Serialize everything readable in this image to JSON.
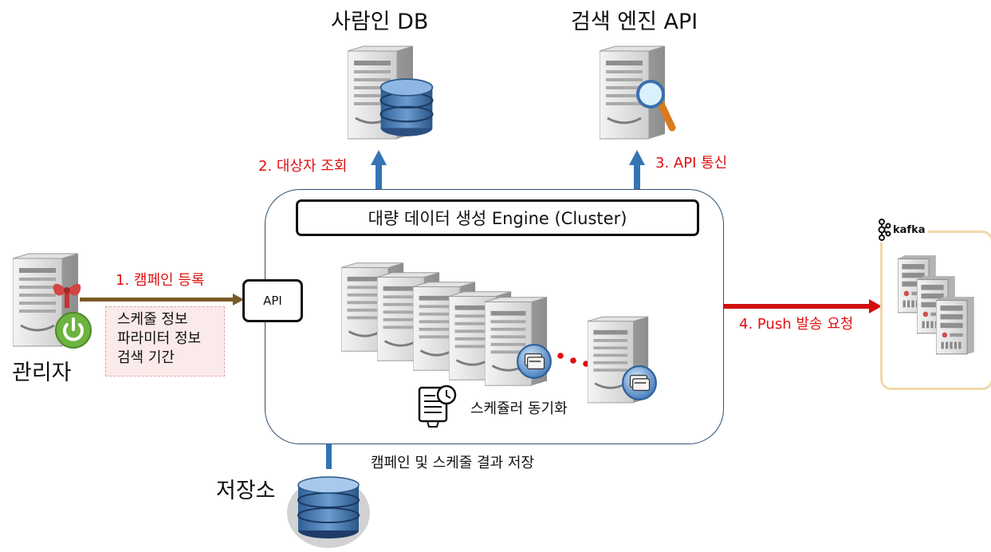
{
  "labels": {
    "people_db": "사람인 DB",
    "search_api": "검색 엔진 API",
    "admin": "관리자",
    "storage": "저장소",
    "step1": "1. 캠페인 등록",
    "step2": "2. 대상자 조회",
    "step3": "3. API 통신",
    "step4": "4. Push 발송 요청",
    "engine_title": "대량 데이터 생성 Engine (Cluster)",
    "api": "API",
    "params": [
      "스케줄 정보",
      "파라미터 정보",
      "검색 기간"
    ],
    "scheduler": "스케쥴러  동기화",
    "storage_note": "캠페인 및 스케줄 결과 저장",
    "kafka": "kafka"
  },
  "icons": [
    "server-icon",
    "database-icon",
    "magnifier-icon",
    "spring-power-icon",
    "gift-ribbon-icon",
    "schedule-document-icon",
    "kafka-logo-icon",
    "storage-disk-icon"
  ],
  "colors": {
    "red_arrow": "#d10f0f",
    "brown_arrow": "#7a5a24",
    "blue_arrow": "#3474b4",
    "step_text": "#e01010",
    "cluster_border": "#2f4f6f",
    "kafka_frame": "#f0d8a8",
    "spring_green": "#6db33f"
  }
}
